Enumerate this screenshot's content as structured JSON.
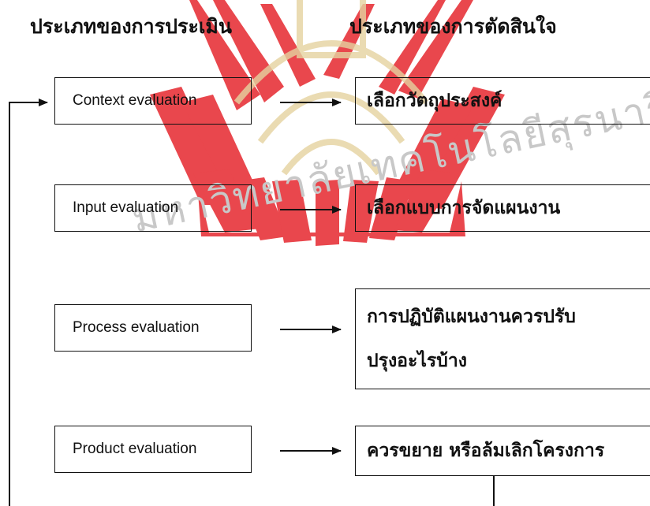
{
  "headers": {
    "evaluation_types": "ประเภทของการประเมิน",
    "decision_types": "ประเภทของการตัดสินใจ"
  },
  "rows": [
    {
      "evaluation": "Context evaluation",
      "decision": [
        "เลือกวัตถุประสงค์"
      ]
    },
    {
      "evaluation": "Input evaluation",
      "decision": [
        "เลือกแบบการจัดแผนงาน"
      ]
    },
    {
      "evaluation": "Process evaluation",
      "decision": [
        "การปฏิบัติแผนงานควรปรับ",
        "ปรุงอะไรบ้าง"
      ]
    },
    {
      "evaluation": "Product evaluation",
      "decision": [
        "ควรขยาย หรือล้มเลิกโครงการ"
      ]
    }
  ],
  "watermark": {
    "text": "มหาวิทยาลัยเทคโนโลยีสุรนารี",
    "logo_color": "#e7343a"
  }
}
